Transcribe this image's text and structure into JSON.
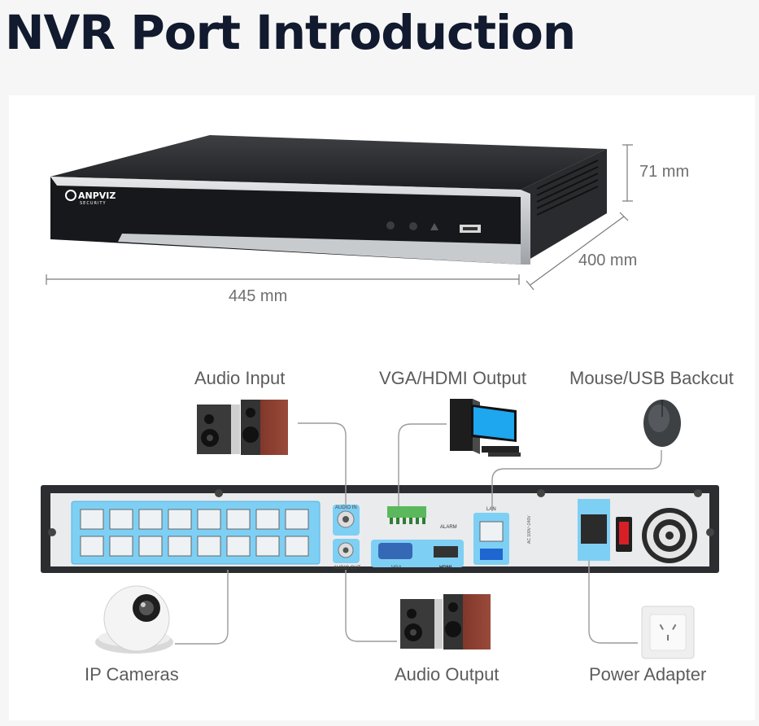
{
  "title": "NVR Port Introduction",
  "brand": {
    "name": "ANPVIZ",
    "tagline": "SECURITY"
  },
  "dimensions": {
    "height": "71 mm",
    "depth": "400 mm",
    "width": "445 mm"
  },
  "labels": {
    "audio_input": "Audio Input",
    "vga_hdmi": "VGA/HDMI Output",
    "mouse_usb": "Mouse/USB Backcut",
    "ip_cameras": "IP Cameras",
    "audio_output": "Audio Output",
    "power_adapter": "Power Adapter"
  },
  "rear_panel": {
    "audio_in": "AUDIO IN",
    "audio_out": "AUDIO OUT",
    "alarm": "ALARM",
    "vga": "VGA",
    "hdmi": "HDMI",
    "lan": "LAN",
    "power_rating": "AC 100V~240V",
    "poe_port_count": 16
  }
}
